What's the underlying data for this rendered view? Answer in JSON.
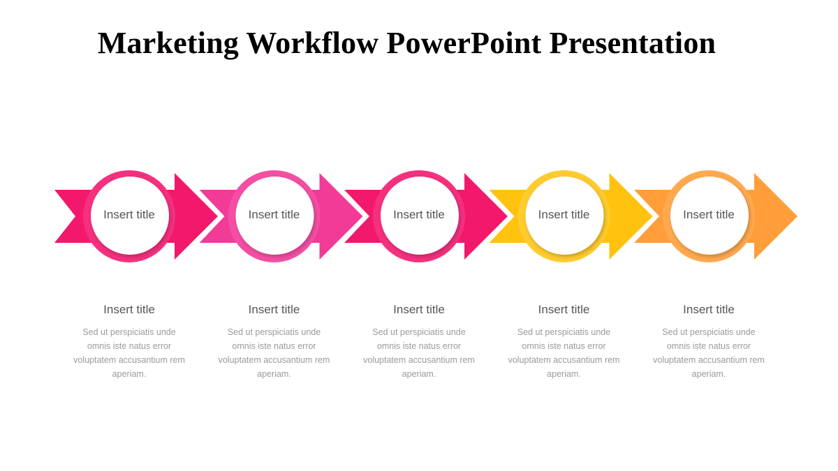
{
  "slide": {
    "title": "Marketing Workflow PowerPoint Presentation"
  },
  "steps": [
    {
      "circle_label": "Insert title",
      "caption_title": "Insert title",
      "caption_body": "Sed ut perspiciatis unde omnis iste natus error voluptatem accusantium rem aperiam.",
      "color": "#F2186B",
      "color_light": "#F5307E",
      "shape": "ribbon-tail"
    },
    {
      "circle_label": "Insert title",
      "caption_title": "Insert title",
      "caption_body": "Sed ut perspiciatis unde omnis iste natus error voluptatem accusantium rem aperiam.",
      "color": "#F23A97",
      "color_light": "#F44FA3",
      "shape": "chevron"
    },
    {
      "circle_label": "Insert title",
      "caption_title": "Insert title",
      "caption_body": "Sed ut perspiciatis unde omnis iste natus error voluptatem accusantium rem aperiam.",
      "color": "#F2186B",
      "color_light": "#F5307E",
      "shape": "chevron"
    },
    {
      "circle_label": "Insert title",
      "caption_title": "Insert title",
      "caption_body": "Sed ut perspiciatis unde omnis iste natus error voluptatem accusantium rem aperiam.",
      "color": "#FFC20E",
      "color_light": "#FFCB2E",
      "shape": "chevron"
    },
    {
      "circle_label": "Insert title",
      "caption_title": "Insert title",
      "caption_body": "Sed ut perspiciatis unde omnis iste natus error voluptatem accusantium rem aperiam.",
      "color": "#FF9E3A",
      "color_light": "#FFA94F",
      "shape": "chevron"
    }
  ]
}
